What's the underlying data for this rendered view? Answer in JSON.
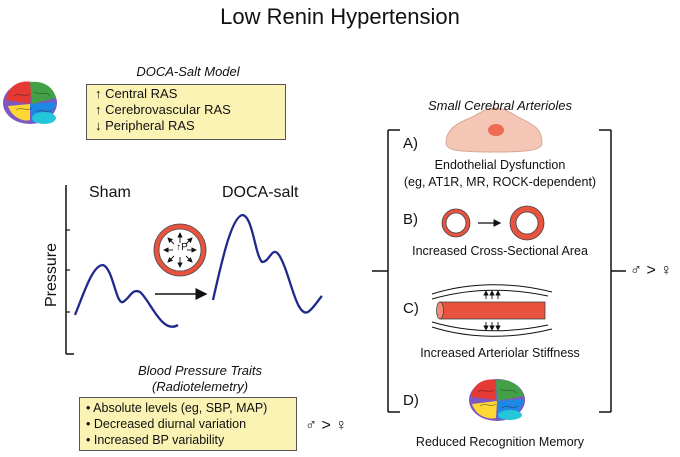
{
  "title": "Low Renin Hypertension",
  "doca_model": {
    "heading": "DOCA-Salt Model",
    "items": [
      {
        "arrow": "↑",
        "text": "Central RAS"
      },
      {
        "arrow": "↑",
        "text": "Cerebrovascular RAS"
      },
      {
        "arrow": "↓",
        "text": "Peripheral RAS"
      }
    ]
  },
  "pressure_panel": {
    "sham_label": "Sham",
    "doca_label": "DOCA-salt",
    "y_axis_label": "Pressure",
    "vessel_label": "↑P"
  },
  "bp_traits": {
    "heading_line1": "Blood Pressure Traits",
    "heading_line2": "(Radiotelemetry)",
    "items": [
      "• Absolute levels (eg, SBP, MAP)",
      "• Decreased diurnal variation",
      "• Increased BP variability"
    ],
    "sex_diff": "♂ > ♀"
  },
  "arterioles": {
    "heading": "Small Cerebral Arterioles",
    "a_letter": "A)",
    "a_line1": "Endothelial Dysfunction",
    "a_line2": "(eg, AT1R, MR, ROCK-dependent)",
    "b_letter": "B)",
    "b_text": "Increased Cross-Sectional Area",
    "c_letter": "C)",
    "c_text": "Increased Arteriolar Stiffness",
    "d_letter": "D)",
    "d_text": "Reduced Recognition Memory",
    "sex_diff": "♂ > ♀"
  },
  "colors": {
    "box_fill": "#fbf3b4",
    "vessel_red": "#e8533f",
    "curve_blue": "#1d2a8a",
    "endothelial_cell": "#f5c6b6"
  }
}
